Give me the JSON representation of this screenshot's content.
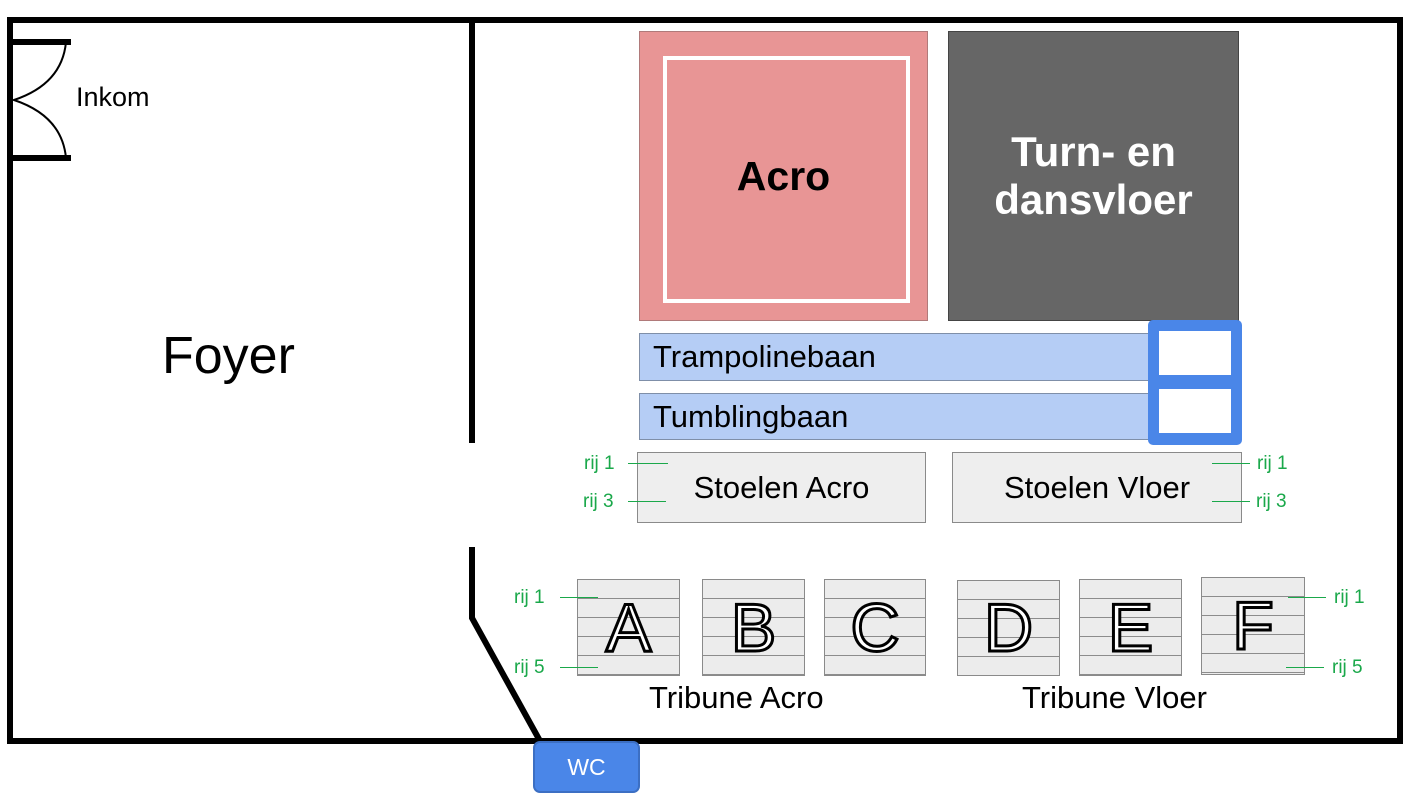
{
  "labels": {
    "entrance": "Inkom",
    "foyer": "Foyer",
    "acro": "Acro",
    "floor_line1": "Turn- en",
    "floor_line2": "dansvloer",
    "trampoline": "Trampolinebaan",
    "tumbling": "Tumblingbaan",
    "chairs_acro": "Stoelen Acro",
    "chairs_floor": "Stoelen Vloer",
    "stand_acro": "Tribune Acro",
    "stand_floor": "Tribune Vloer",
    "wc": "WC"
  },
  "row_labels": {
    "first_chair": "rij 1",
    "last_chair": "rij 3",
    "first_stand": "rij 1",
    "last_stand": "rij 5"
  },
  "stands": [
    "A",
    "B",
    "C",
    "D",
    "E",
    "F"
  ],
  "colors": {
    "acro": "#e89595",
    "floor": "#666666",
    "lanes": "#b5cdf5",
    "landing": "#4a86e8",
    "seats": "#eeeeee",
    "row_labels": "#1aa84a",
    "wc": "#4a86e8"
  }
}
